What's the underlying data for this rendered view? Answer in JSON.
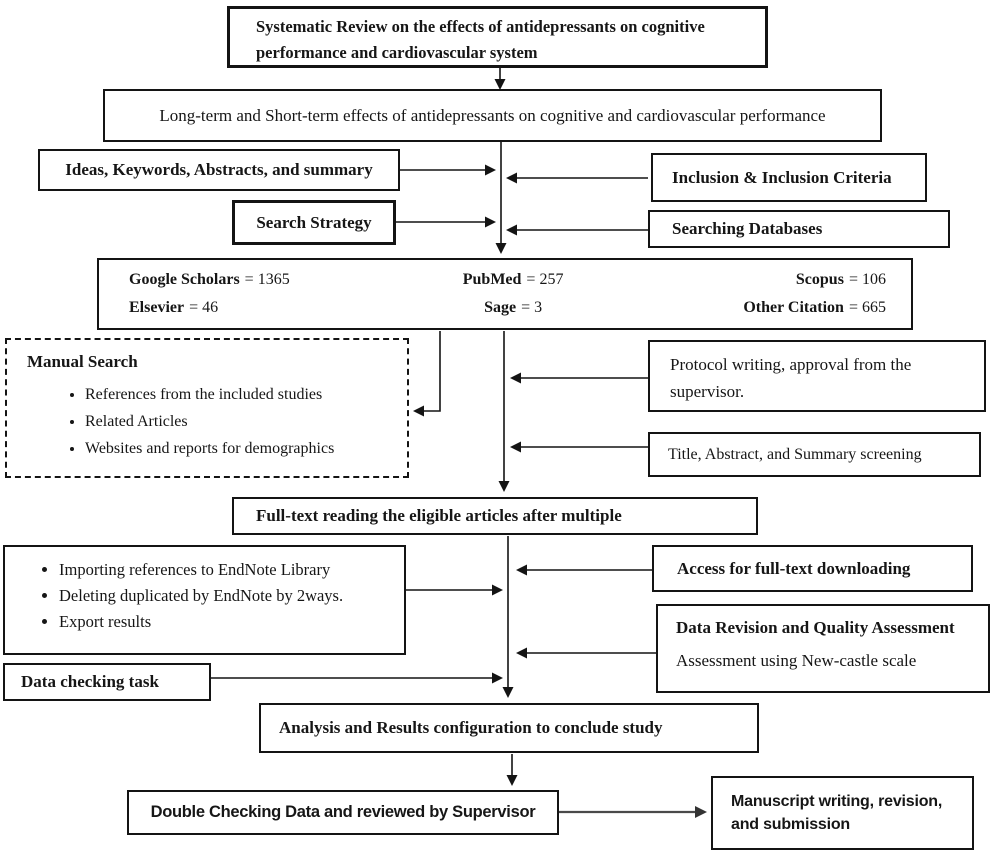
{
  "flowchart": {
    "title": "Systematic Review on the effects of antidepressants on cognitive performance and cardiovascular system",
    "scope": "Long-term and Short-term effects of antidepressants on cognitive and cardiovascular performance",
    "ideas": "Ideas, Keywords, Abstracts, and summary",
    "search_strategy": "Search Strategy",
    "inclusion_criteria": "Inclusion & Inclusion Criteria",
    "searching_databases": "Searching Databases",
    "database_counts": {
      "cells": [
        {
          "name": "Google Scholars",
          "value": "= 1365"
        },
        {
          "name": "PubMed",
          "value": "= 257"
        },
        {
          "name": "Scopus",
          "value": "= 106"
        },
        {
          "name": "Elsevier",
          "value": "= 46"
        },
        {
          "name": "Sage",
          "value": "= 3"
        },
        {
          "name": "Other Citation",
          "value": "= 665"
        }
      ]
    },
    "manual_search": {
      "title": "Manual Search",
      "items": [
        "References from the included studies",
        "Related Articles",
        "Websites and reports for demographics"
      ]
    },
    "protocol": "Protocol writing, approval from the supervisor.",
    "screening": "Title, Abstract, and Summary screening",
    "fulltext": "Full-text reading the eligible articles after multiple",
    "endnote": {
      "items": [
        "Importing references to EndNote Library",
        "Deleting duplicated by EndNote by 2ways.",
        "Export results"
      ]
    },
    "data_checking": "Data checking task",
    "access": "Access for full-text downloading",
    "data_revision": {
      "title": "Data Revision and Quality Assessment",
      "subtitle": "Assessment using New-castle scale"
    },
    "analysis": "Analysis and Results configuration to conclude study",
    "double_checking": "Double Checking Data and reviewed by Supervisor",
    "manuscript": "Manuscript writing, revision, and submission"
  },
  "colors": {
    "line": "#141414",
    "text": "#161616",
    "background": "#ffffff",
    "final_arrow": "#4a4a4a"
  }
}
